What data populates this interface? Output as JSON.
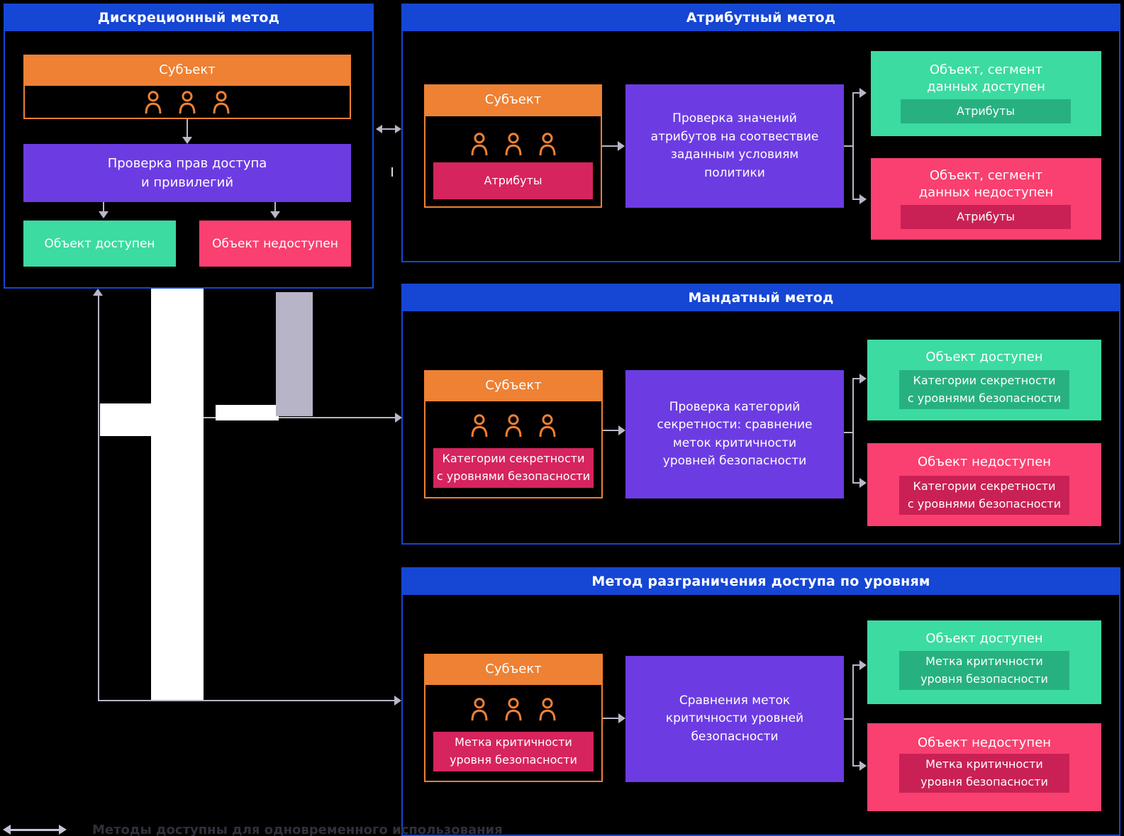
{
  "panels": {
    "discretionary": {
      "title": "Дискреционный метод",
      "subject_label": "Субъект",
      "process": "Проверка прав доступа\nи привилегий",
      "allowed_title": "Объект доступен",
      "denied_title": "Объект недоступен"
    },
    "attribute": {
      "title": "Атрибутный метод",
      "subject_label": "Субъект",
      "subject_tag": "Атрибуты",
      "process": "Проверка значений\nатрибутов на соотвествие\nзаданным условиям\nполитики",
      "allowed_title": "Объект, сегмент\nданных доступен",
      "allowed_tag": "Атрибуты",
      "denied_title": "Объект, сегмент\nданных недоступен",
      "denied_tag": "Атрибуты"
    },
    "mandatory": {
      "title": "Мандатный метод",
      "subject_label": "Субъект",
      "subject_tag": "Категории секретности\nс уровнями безопасности",
      "process": "Проверка категорий\nсекретности: сравнение\nметок критичности\nуровней безопасности",
      "allowed_title": "Объект доступен",
      "allowed_tag": "Категории секретности\nс уровнями безопасности",
      "denied_title": "Объект недоступен",
      "denied_tag": "Категории секретности\nс уровнями безопасности"
    },
    "levels": {
      "title": "Метод разграничения доступа по уровням",
      "subject_label": "Субъект",
      "subject_tag": "Метка критичности\nуровня безопасности",
      "process": "Сравнения меток\nкритичности уровней\nбезопасности",
      "allowed_title": "Объект доступен",
      "allowed_tag": "Метка критичности\nуровня безопасности",
      "denied_title": "Объект недоступен",
      "denied_tag": "Метка критичности\nуровня безопасности"
    }
  },
  "legend": {
    "label": "Методы доступны для одновременного использования"
  },
  "icons": {
    "subject_group": "person-icon",
    "legend_marker": "double-arrow-icon"
  },
  "colors": {
    "blue": "#1546d4",
    "orange": "#ee8133",
    "purple": "#6c3ce2",
    "green": "#3cdba1",
    "green_dark": "#27b181",
    "pink": "#f94070",
    "crimson": "#d6245f",
    "crimson_dark": "#c92155",
    "connector": "#b9b7c8",
    "bar_lavender": "#b6b4c6",
    "bar_white": "#ffffff",
    "legend_text": "#30303c",
    "background": "#000000"
  }
}
